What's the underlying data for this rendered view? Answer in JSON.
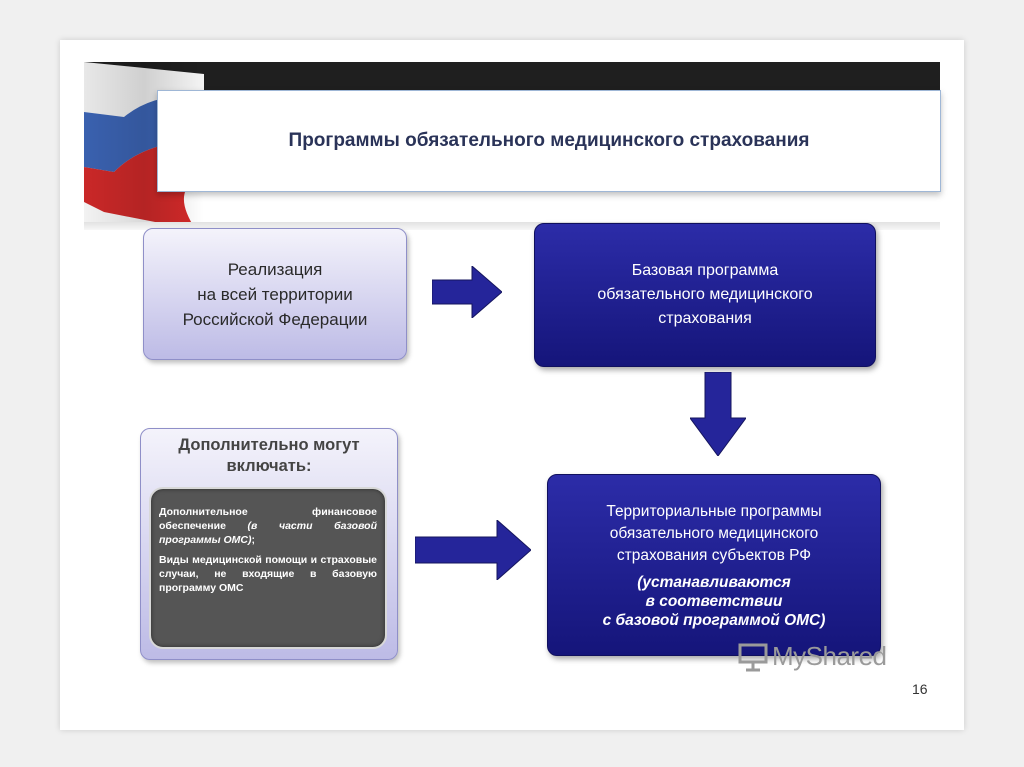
{
  "title": "Программы обязательного медицинского страхования",
  "realization": {
    "lines": [
      "Реализация",
      "на всей территории",
      "Российской Федерации"
    ]
  },
  "basic_program": {
    "lines": [
      "Базовая программа",
      "обязательного медицинского",
      "страхования"
    ]
  },
  "additional": {
    "heading": "Дополнительно могут включать:",
    "item1_text": "Дополнительное финансовое обеспечение ",
    "item1_emphasis": "(в части базовой программы ОМС)",
    "item1_end": ";",
    "item2": "Виды медицинской помощи и страховые случаи, не входящие в базовую программу ОМС"
  },
  "territorial": {
    "lines": [
      "Территориальные программы",
      "обязательного медицинского",
      "страхования субъектов РФ"
    ],
    "note_lines": [
      "(устанавливаются",
      "в соответствии",
      "с базовой программой ОМС)"
    ]
  },
  "watermark": "MyShared",
  "page_number": "16",
  "colors": {
    "dark_box": "#1f1f8f",
    "light_box": "#cfcdf0",
    "arrow": "#25259a",
    "title_text": "#2a3358"
  }
}
